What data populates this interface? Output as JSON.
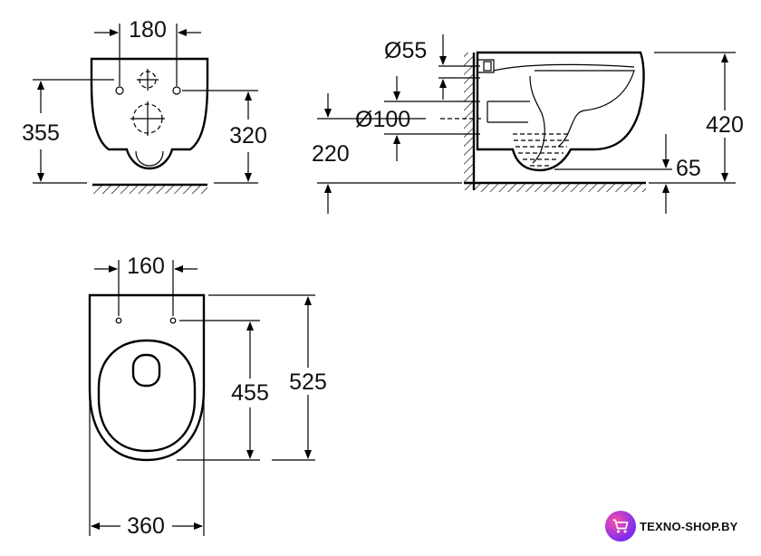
{
  "front_view": {
    "width_dim": "180",
    "height_dim": "355",
    "inner_height_dim": "320"
  },
  "side_view": {
    "pipe_small_dim": "Ø55",
    "pipe_large_dim": "Ø100",
    "height_dim": "420",
    "floor_dim": "220",
    "bottom_dim": "65"
  },
  "top_view": {
    "hole_spacing_dim": "160",
    "inner_length_dim": "455",
    "length_dim": "525",
    "width_dim": "360"
  },
  "watermark": {
    "brand": "TEXNO-SHOP.BY",
    "icon": "shopping-cart-icon",
    "colors": {
      "badge_from": "#ff4fa8",
      "badge_to": "#7a2cf0"
    }
  }
}
